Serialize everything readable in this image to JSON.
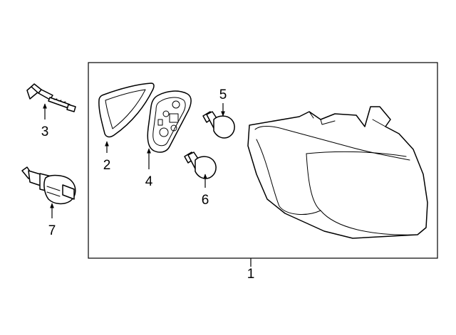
{
  "callouts": [
    {
      "id": "1",
      "label": "1"
    },
    {
      "id": "2",
      "label": "2"
    },
    {
      "id": "3",
      "label": "3"
    },
    {
      "id": "4",
      "label": "4"
    },
    {
      "id": "5",
      "label": "5"
    },
    {
      "id": "6",
      "label": "6"
    },
    {
      "id": "7",
      "label": "7"
    }
  ],
  "colors": {
    "line": "#000000",
    "background": "#ffffff"
  }
}
